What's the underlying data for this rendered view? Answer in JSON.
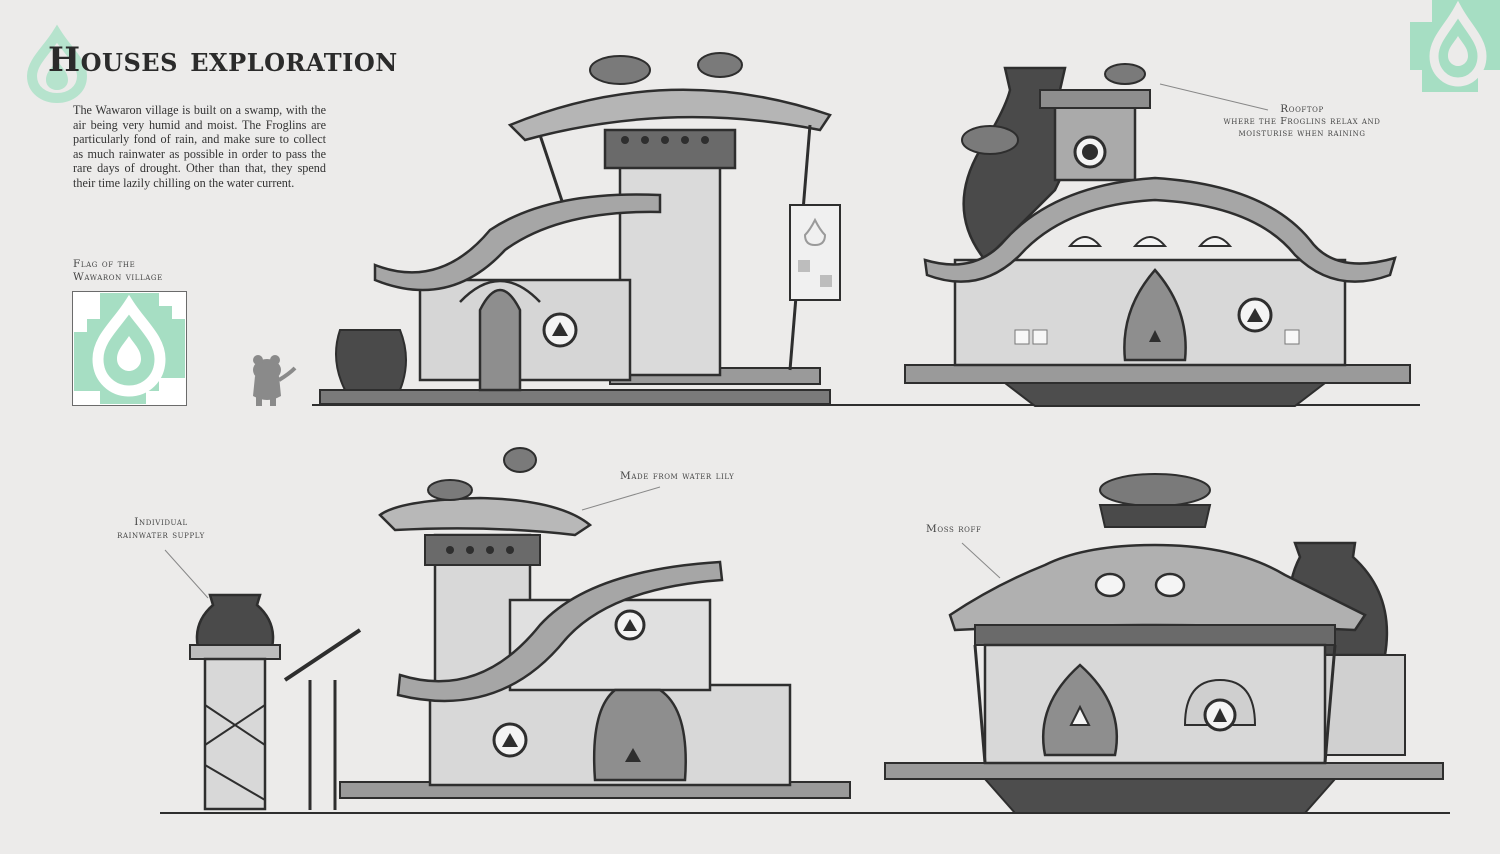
{
  "page": {
    "title": "Houses exploration",
    "intro": "The Wawaron village is built on a swamp, with the air being very humid and moist. The Froglins are particularly fond of rain, and make sure to collect as much rainwater as possible in order to pass the rare days of drought. Other than that, they spend their time lazily chilling on the water current."
  },
  "flag": {
    "caption_line1": "Flag of the",
    "caption_line2": "Wawaron village"
  },
  "annotations": {
    "rooftop_title": "Rooftop",
    "rooftop_line1": "where the Froglins relax and",
    "rooftop_line2": "moisturise when raining",
    "water_lily": "Made from water lily",
    "rainwater_line1": "Individual",
    "rainwater_line2": "rainwater supply",
    "moss_roof": "Moss roff"
  },
  "colors": {
    "background": "#ecebea",
    "accent_green": "#9fdcbf",
    "ink": "#2e2e2e",
    "mid_gray": "#8f8f8f",
    "light_gray": "#d8d8d8",
    "dark_gray": "#5b5b5b"
  },
  "icons": {
    "logo": "water-drop-emblem-icon",
    "froglin": "froglin-silhouette-icon"
  }
}
